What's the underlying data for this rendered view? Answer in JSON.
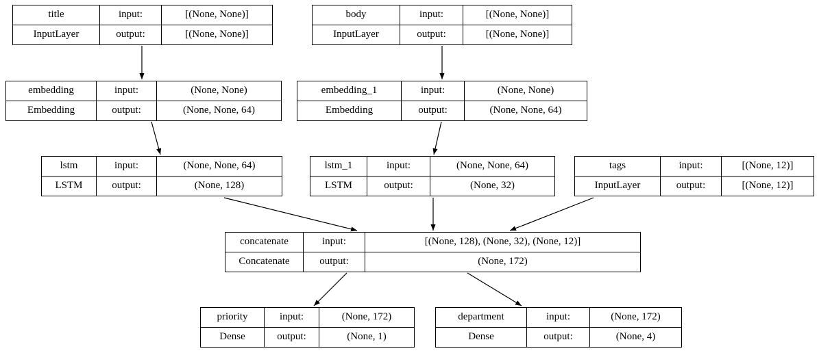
{
  "diagram": {
    "kind": "keras-model-graph",
    "nodes": [
      {
        "id": "title",
        "name": "title",
        "type": "InputLayer",
        "input_label": "input:",
        "output_label": "output:",
        "input_shape": "[(None, None)]",
        "output_shape": "[(None, None)]"
      },
      {
        "id": "body",
        "name": "body",
        "type": "InputLayer",
        "input_label": "input:",
        "output_label": "output:",
        "input_shape": "[(None, None)]",
        "output_shape": "[(None, None)]"
      },
      {
        "id": "embedding",
        "name": "embedding",
        "type": "Embedding",
        "input_label": "input:",
        "output_label": "output:",
        "input_shape": "(None, None)",
        "output_shape": "(None, None, 64)"
      },
      {
        "id": "embedding_1",
        "name": "embedding_1",
        "type": "Embedding",
        "input_label": "input:",
        "output_label": "output:",
        "input_shape": "(None, None)",
        "output_shape": "(None, None, 64)"
      },
      {
        "id": "lstm",
        "name": "lstm",
        "type": "LSTM",
        "input_label": "input:",
        "output_label": "output:",
        "input_shape": "(None, None, 64)",
        "output_shape": "(None, 128)"
      },
      {
        "id": "lstm_1",
        "name": "lstm_1",
        "type": "LSTM",
        "input_label": "input:",
        "output_label": "output:",
        "input_shape": "(None, None, 64)",
        "output_shape": "(None, 32)"
      },
      {
        "id": "tags",
        "name": "tags",
        "type": "InputLayer",
        "input_label": "input:",
        "output_label": "output:",
        "input_shape": "[(None, 12)]",
        "output_shape": "[(None, 12)]"
      },
      {
        "id": "concatenate",
        "name": "concatenate",
        "type": "Concatenate",
        "input_label": "input:",
        "output_label": "output:",
        "input_shape": "[(None, 128), (None, 32), (None, 12)]",
        "output_shape": "(None, 172)"
      },
      {
        "id": "priority",
        "name": "priority",
        "type": "Dense",
        "input_label": "input:",
        "output_label": "output:",
        "input_shape": "(None, 172)",
        "output_shape": "(None, 1)"
      },
      {
        "id": "department",
        "name": "department",
        "type": "Dense",
        "input_label": "input:",
        "output_label": "output:",
        "input_shape": "(None, 172)",
        "output_shape": "(None, 4)"
      }
    ],
    "edges": [
      {
        "from": "title",
        "to": "embedding"
      },
      {
        "from": "body",
        "to": "embedding_1"
      },
      {
        "from": "embedding",
        "to": "lstm"
      },
      {
        "from": "embedding_1",
        "to": "lstm_1"
      },
      {
        "from": "lstm",
        "to": "concatenate"
      },
      {
        "from": "lstm_1",
        "to": "concatenate"
      },
      {
        "from": "tags",
        "to": "concatenate"
      },
      {
        "from": "concatenate",
        "to": "priority"
      },
      {
        "from": "concatenate",
        "to": "department"
      }
    ],
    "colors": {
      "background": "#ffffff",
      "line": "#000000",
      "text": "#000000"
    }
  }
}
